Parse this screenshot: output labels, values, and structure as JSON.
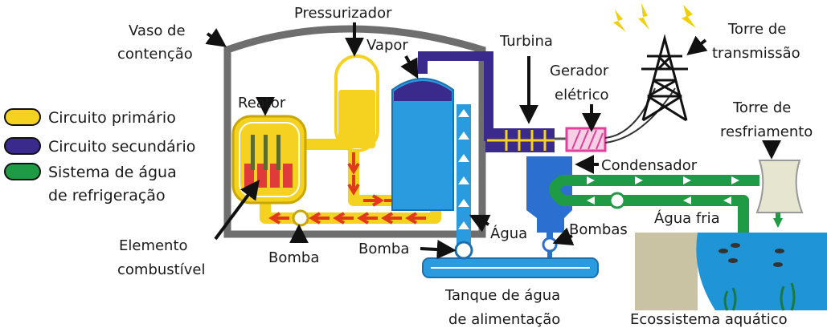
{
  "labels": {
    "vaso_de_contencao_line1": "Vaso de",
    "vaso_de_contencao_line2": "contenção",
    "pressurizador": "Pressurizador",
    "vapor": "Vapor",
    "turbina": "Turbina",
    "torre_de_transmissao_line1": "Torre de",
    "torre_de_transmissao_line2": "transmissão",
    "gerador_line1": "Gerador",
    "gerador_line2": "elétrico",
    "reator": "Reator",
    "torre_de_resfriamento_line1": "Torre de",
    "torre_de_resfriamento_line2": "resfriamento",
    "condensador": "Condensador",
    "agua_fria": "Água fria",
    "agua": "Água",
    "bombas": "Bombas",
    "elemento_line1": "Elemento",
    "elemento_line2": "combustível",
    "bomba_primaria": "Bomba",
    "bomba_secundaria": "Bomba",
    "tanque_line1": "Tanque de água",
    "tanque_line2": "de alimentação",
    "ecossistema": "Ecossistema aquático"
  },
  "legend": [
    {
      "label": "Circuito primário",
      "color": "#f5d21f"
    },
    {
      "label": "Circuito secundário",
      "color": "#3a2a8c"
    },
    {
      "label": "Sistema de água",
      "color": "#1f9a45"
    }
  ],
  "legend_continuation": "de refrigeração",
  "colors": {
    "primary": "#f5d21f",
    "primary_dark": "#c9a600",
    "secondary_steam": "#3a2a8c",
    "secondary_water": "#2b9be0",
    "cooling": "#1f9a45",
    "flow_arrow": "#e03a1a",
    "containment": "#6e6e6e",
    "lightning": "#f0d000",
    "generator": "#e0409a",
    "water_body": "#1f94d6",
    "ground": "#c9c3a3"
  }
}
